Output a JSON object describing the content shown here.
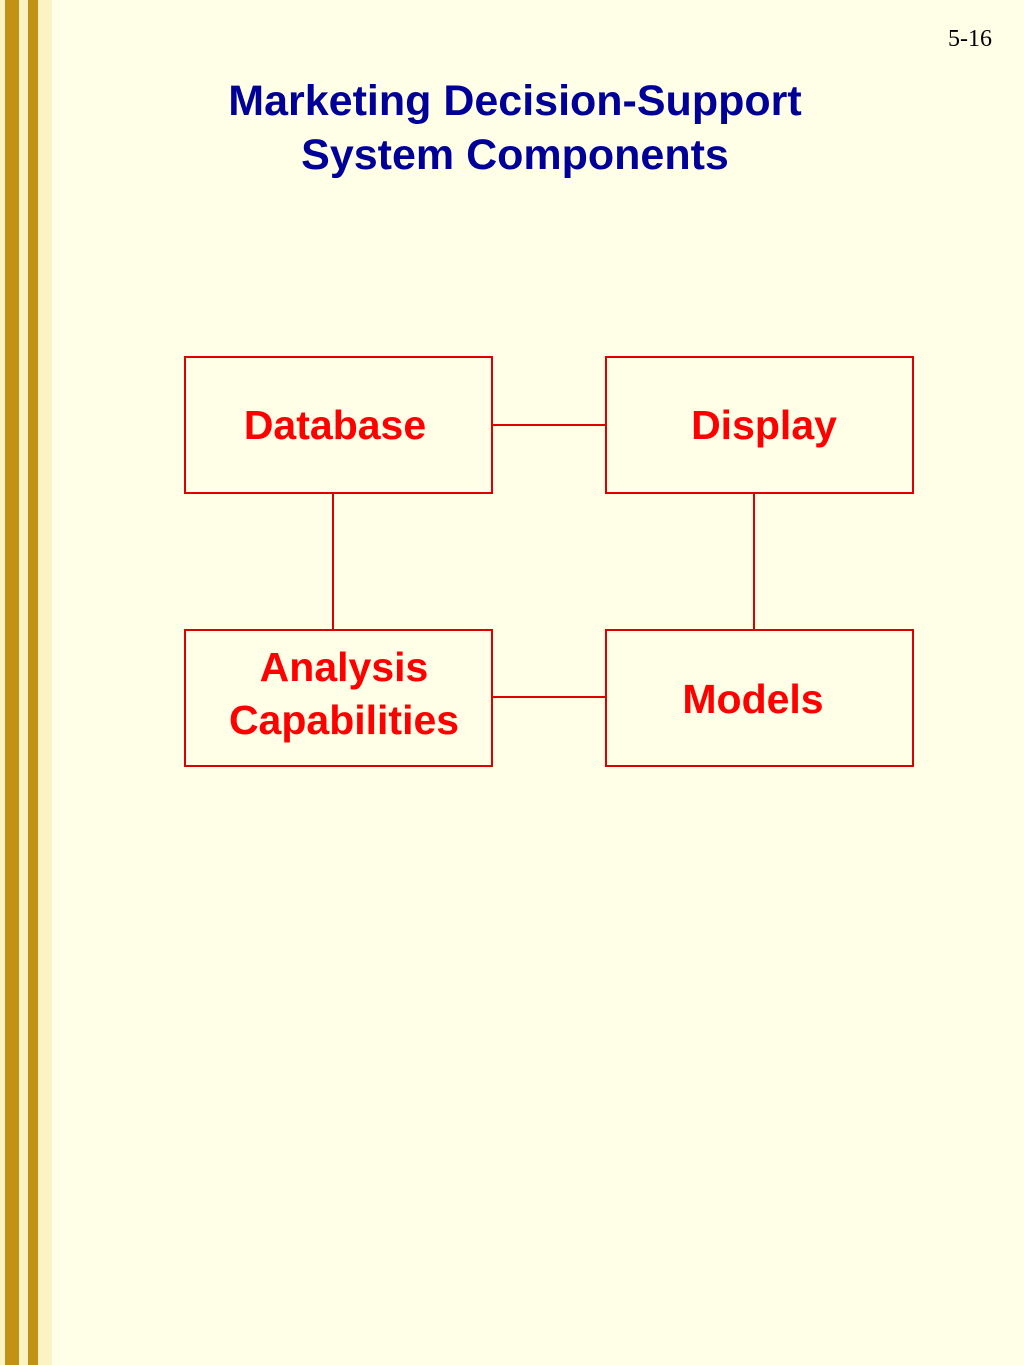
{
  "page_number": "5-16",
  "title": {
    "line1": "Marketing Decision-Support",
    "line2": "System Components"
  },
  "colors": {
    "title": "#000099",
    "node_text": "#FF0000",
    "node_border": "#DD0000",
    "background": "#FFFFE7",
    "stripe_gold": "#C19214",
    "stripe_light": "#FBF3C4"
  },
  "diagram": {
    "nodes": {
      "database": "Database",
      "display": "Display",
      "analysis_line1": "Analysis",
      "analysis_line2": "Capabilities",
      "models": "Models"
    }
  }
}
